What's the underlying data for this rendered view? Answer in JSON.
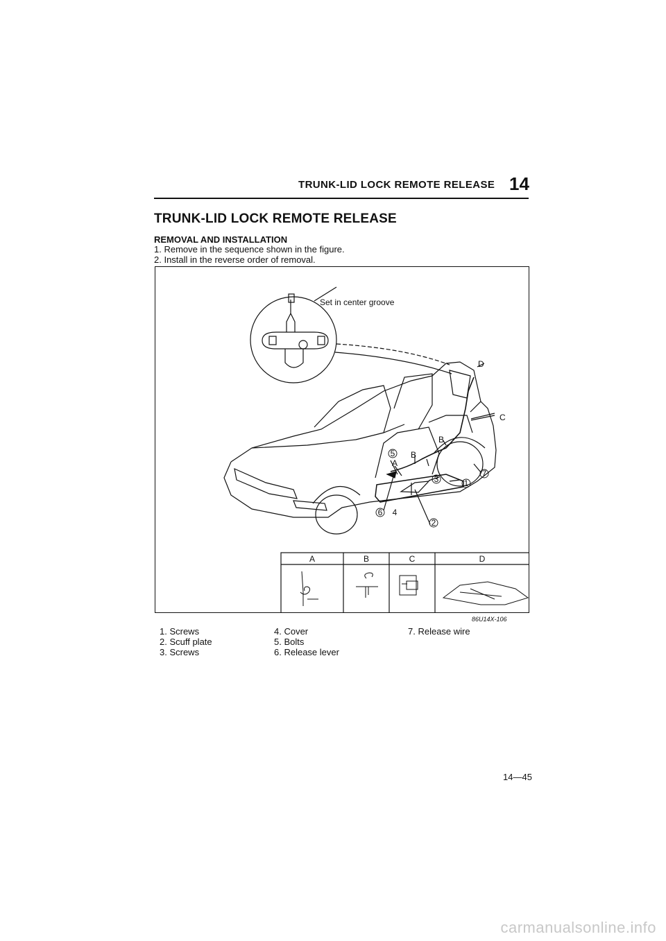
{
  "header": {
    "title": "TRUNK-LID LOCK REMOTE RELEASE",
    "chapter_number": "14"
  },
  "section": {
    "title": "TRUNK-LID LOCK REMOTE RELEASE",
    "subheading": "REMOVAL AND INSTALLATION",
    "steps": [
      "1. Remove in the sequence shown in the figure.",
      "2. Install in the reverse order of removal."
    ]
  },
  "figure": {
    "detail_callout": "Set in center groove",
    "detail_labels": [
      "A",
      "B",
      "C",
      "D"
    ],
    "part_markers": [
      "1",
      "2",
      "3",
      "4",
      "5",
      "6",
      "7"
    ],
    "table_headers": [
      "A",
      "B",
      "C",
      "D"
    ],
    "code": "86U14X-106"
  },
  "legend": {
    "col1": [
      "1. Screws",
      "2. Scuff plate",
      "3. Screws"
    ],
    "col2": [
      "4. Cover",
      "5. Bolts",
      "6. Release lever"
    ],
    "col3": [
      "7. Release wire"
    ]
  },
  "page_number": "14—45",
  "watermark": "carmanualsonline.info"
}
